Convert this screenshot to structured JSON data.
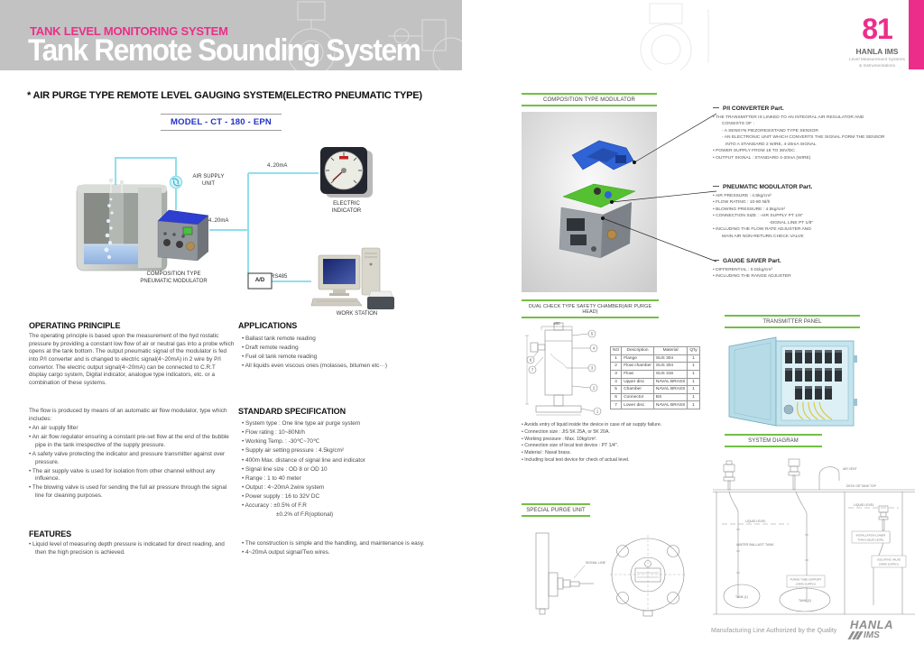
{
  "colors": {
    "accent_pink": "#ec2e8a",
    "label_green": "#72bf44",
    "line_cyan": "#8fdfee",
    "model_blue": "#2231c7"
  },
  "header": {
    "category": "TANK LEVEL MONITORING SYSTEM",
    "title": "Tank Remote Sounding System",
    "page_number": "81",
    "brand": "HANLA IMS",
    "brand_tagline_1": "Level Measurement Systems",
    "brand_tagline_2": "& Instrumentations"
  },
  "main": {
    "heading": "* AIR PURGE TYPE REMOTE LEVEL GAUGING SYSTEM(ELECTRO PNEUMATIC TYPE)",
    "model_label": "MODEL - CT - 180 - EPN"
  },
  "diagram": {
    "air_supply_label_1": "AIR SUPPLY",
    "air_supply_label_2": "UNIT",
    "signal_top": "4..20mA",
    "signal_mid": "4..20mA",
    "electric_indicator_1": "ELECTRIC",
    "electric_indicator_2": "INDICATOR",
    "modulator_label_1": "COMPOSITION TYPE",
    "modulator_label_2": "PNEUMATIC MODULATOR",
    "ad_box": "A/D",
    "rs485": "RS485",
    "workstation": "WORK STATION"
  },
  "operating_principle": {
    "heading": "OPERATING PRINCIPLE",
    "para1": "The operating principle is based upon the measurement of the hyd rostatic pressure by providing a constant low flow of air or neutral gas into a probe which opens at the tank bottom. The output pneumatic signal of the modulator is fed into P/I converter and is changed to electric signal(4~20mA) in 2 wire by P/I  convertor. The electric output signal(4~20mA) can be connected to C.R.T display cargo system, Digital indicator, analogue type indicators, etc. or a combination of these systems.",
    "para2": "The flow is produced by means of an automatic air flow modulator, type which includes:",
    "bullets": [
      "An air supply filter",
      "An air flow regulator ensuring a constant pre-set flow at the end of the bubble pipe in the tank irrespective of the supply pressure.",
      "A safety valve protecting the indicator and pressure transmitter against over pressure.",
      "The air supply valve is used for isolation from other channel without any influence.",
      "The blowing valve is used for sending the full air pressure through the signal line for cleaning purposes."
    ]
  },
  "features": {
    "heading": "FEATURES",
    "bullets": [
      "Liquid level of measuring depth pressure is indicated for direct reading, and then the high precision is achieved."
    ]
  },
  "applications": {
    "heading": "APPLICATIONS",
    "bullets": [
      "Ballast tank remote reading",
      "Draft remote reading",
      "Fuel oil tank remote reading",
      "All liquids even viscous ones (molasses, bitumen etc···)"
    ]
  },
  "standard_specification": {
    "heading": "STANDARD SPECIFICATION",
    "bullets": [
      "System type : One line type air purge system",
      "Flow rating : 10~80Nl/h",
      "Working Temp. : -30℃~70℃",
      "Supply air setting pressure : 4.5kg/cm²",
      "400m Max. distance of signal line and indicator",
      "Signal line size : OD 8 or OD 10",
      "Range : 1 to 40 meter",
      "Output : 4~20mA 2wire system",
      "Power supply : 16 to 32V DC",
      "Accuracy : ±0.5% of F.R"
    ],
    "accuracy_optional": "±0.2% of F.R(optional)"
  },
  "handling_notes": {
    "bullets": [
      "The construction is simple and the handling, and maintenance is easy.",
      "4~20mA output signal/Two wires."
    ]
  },
  "modulator_section": {
    "label": "COMPOSITION TYPE MODULATOR",
    "parts": [
      {
        "heading": "P/I CONVERTER Part.",
        "lines": [
          "THE TRANSMITTER IS LINKED TO AN INTEGRAL AIR REGULATOR AND",
          "CONSISTS OF :",
          "- A SENSYN PIEZORESISTAND TYPE SENSOR",
          "- AN ELECTRONIC UNIT WHICH CONVERTS THE SIGNAL FORM THE SENSOR",
          "INTO A STANDARD 2 WIRE, 4-20mA SIGNAL",
          "POWER SUPPLY FROM 18 TO 36V/DC",
          "OUTPUT SIGNAL : STANDARD 4-20mA (WIRE)"
        ]
      },
      {
        "heading": "PNEUMATIC MODULATOR Part.",
        "lines": [
          "AIR PRESSURE : 4.5kg/cm²",
          "FLOW RATING : 10-80 Nl/h",
          "BLOWING PRESSURE : 4.5kg/cm²",
          "CONNECTION SIZE : -AIR SUPPLY PT 1/8\"",
          "-SIGNAL LINE PT 1/8\"",
          "INCLUDING THE FLOW RATE ADJUSTER AND",
          "MAIN AIR NON-RETURN CHECK VALVE"
        ]
      },
      {
        "heading": "GAUGE SAVER Part.",
        "lines": [
          "DIFFERENTIAL : 0.01kg/cm²",
          "INCLUDING THE RANGE ADJUSTER"
        ]
      }
    ]
  },
  "dual_check": {
    "label": "DUAL CHECK TYPE SAFETY CHAMBER(AIR PURGE HEAD)",
    "dim_label": "ø50",
    "callouts": [
      "1",
      "2",
      "3",
      "4",
      "5",
      "6",
      "7"
    ],
    "table": {
      "headers": [
        "NO",
        "Description",
        "Material",
        "Q'ty"
      ],
      "rows": [
        [
          "1",
          "Flange",
          "SUS 304",
          "1"
        ],
        [
          "2",
          "Float chamber",
          "SUS 304",
          "1"
        ],
        [
          "3",
          "Float",
          "SUS 316",
          "1"
        ],
        [
          "4",
          "Upper disc",
          "NAVAL BRASS",
          "1"
        ],
        [
          "5",
          "Chamber",
          "NAVAL BRASS",
          "1"
        ],
        [
          "6",
          "Connector",
          "BS",
          "1"
        ],
        [
          "7",
          "Lower disc",
          "NAVAL BRASS",
          "1"
        ]
      ]
    },
    "notes": [
      "Avoids entry of liquid inside the device in case of air supply failure.",
      "Connection size : JIS 5K 25A, or 5K 20A.",
      "Working pressure : Max. 10kg/cm².",
      "Connection size of local test device : PT 1/4\".",
      "Material : Naval brass.",
      "Including local test device for check of actual level."
    ]
  },
  "transmitter_panel": {
    "label": "TRANSMITTER PANEL"
  },
  "system_diagram": {
    "label": "SYSTEM DIAGRAM",
    "labels": {
      "deck": "DECK OR TANK TOP",
      "liquid_level": "LIQUID LEVEL",
      "air_vent": "AIR VENT",
      "wbt": "WATER BALLAST TANK",
      "tank1": "TANK (1)",
      "tank2": "TANK (2)",
      "isolating1": "ISOLATING VALVE",
      "isolating2": "(YARD SUPPLY)",
      "support1": "PURGE TUBE SUPPORT",
      "support2": "(YARD SUPPLY)",
      "install1": "INSTALLATION LOWER",
      "install2": "THAN LIQUID LEVEL"
    }
  },
  "special_purge_unit": {
    "label": "SPECIAL PURGE UNIT",
    "signal_line": "SIGNAL LINE"
  },
  "footer": {
    "note": "Manufacturing Line Authorized by the Quality",
    "logo_top": "HANLA",
    "logo_bottom": "IMS"
  }
}
